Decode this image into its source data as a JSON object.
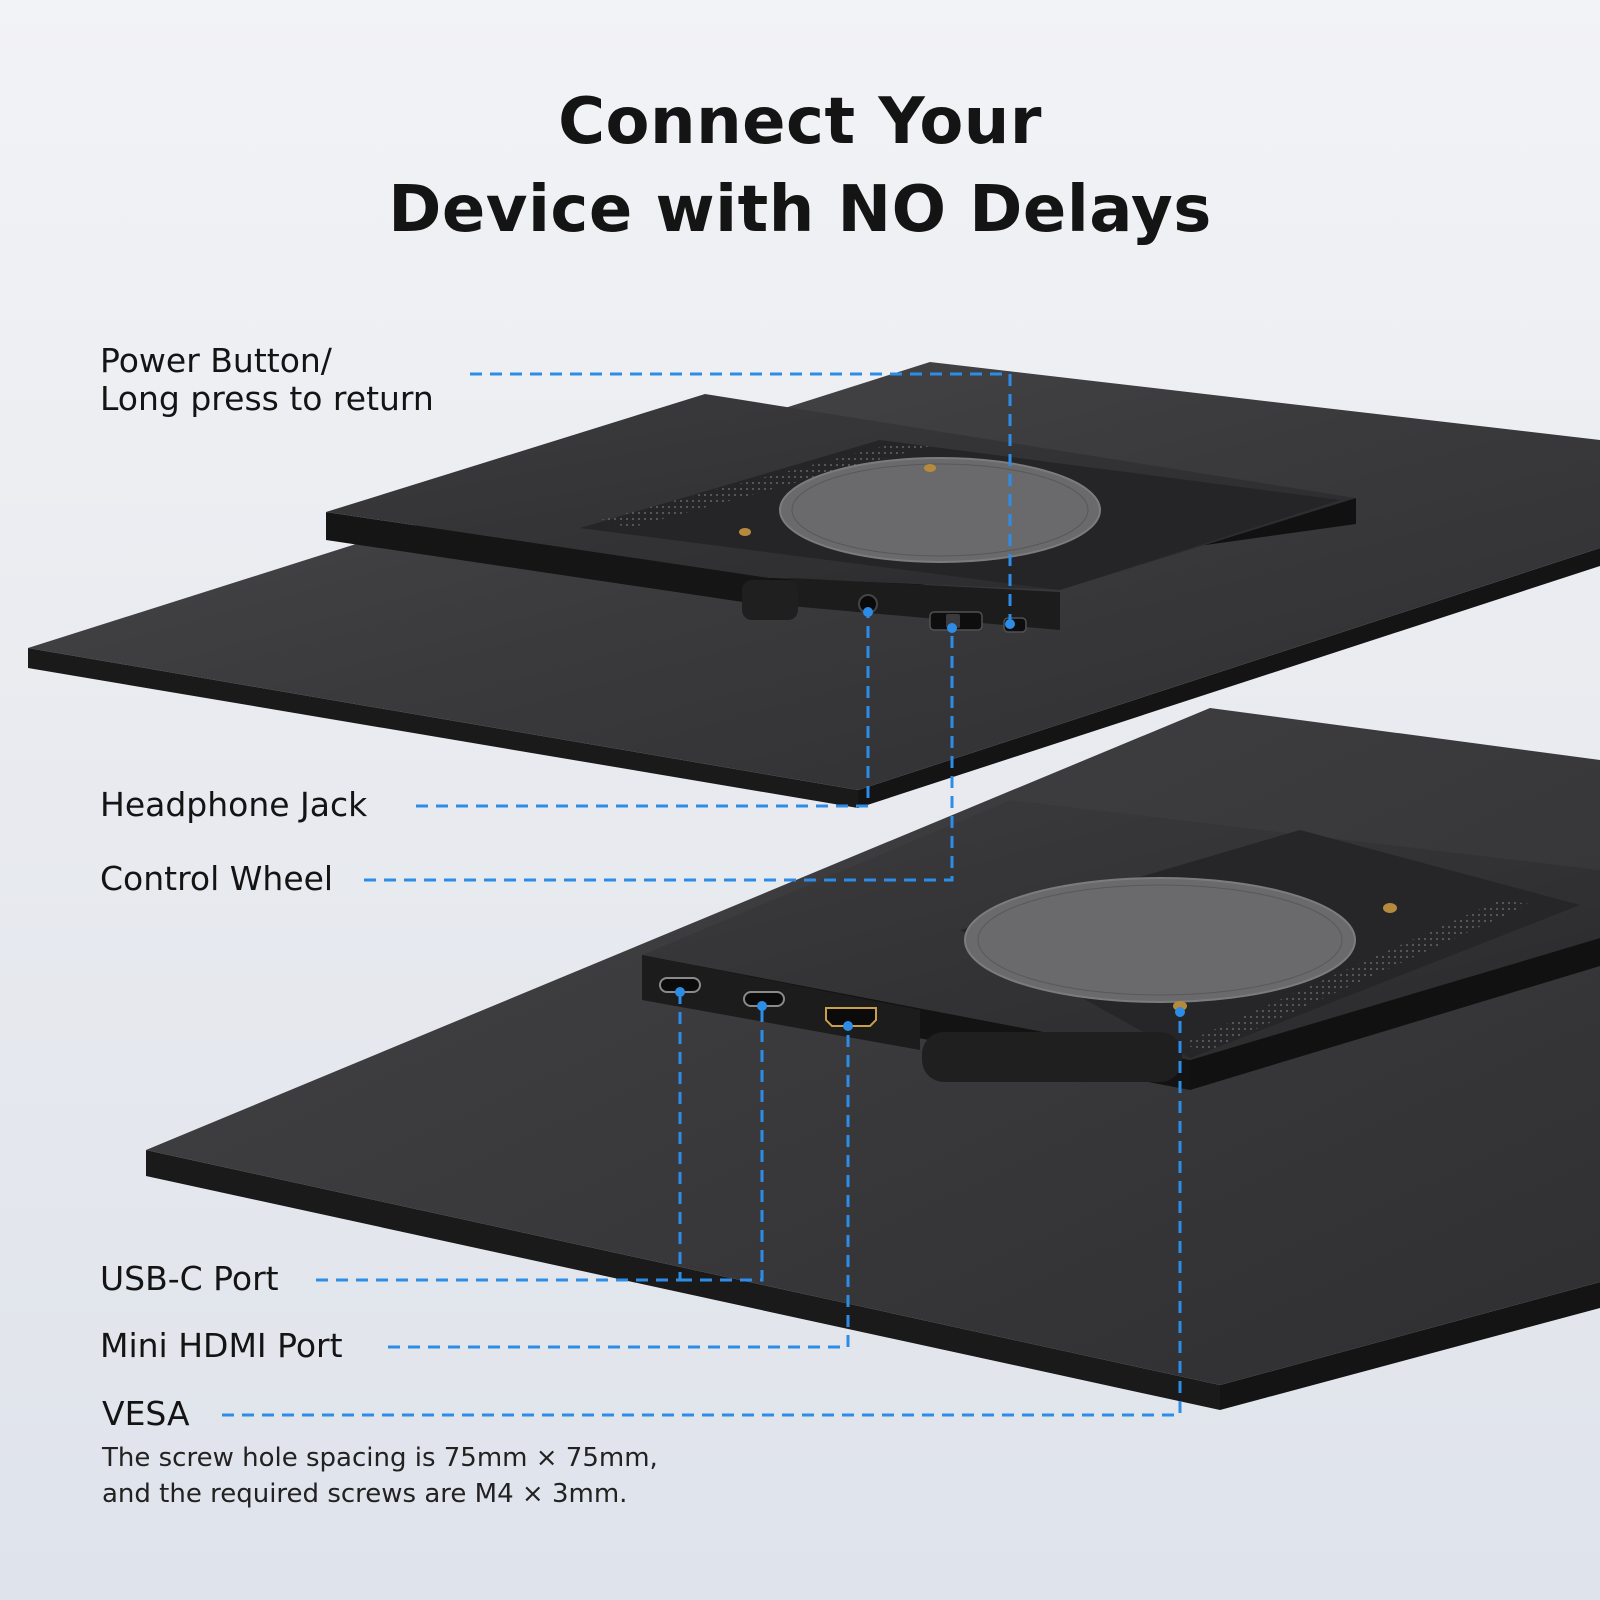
{
  "title": {
    "line1": "Connect Your",
    "line2": "Device with NO Delays"
  },
  "callouts": {
    "power_line1": "Power Button/",
    "power_line2": "Long press to return",
    "headphone": "Headphone Jack",
    "control_wheel": "Control Wheel",
    "usbc": "USB-C Port",
    "hdmi": "Mini HDMI Port",
    "vesa": "VESA",
    "vesa_note_line1": "The screw hole spacing is 75mm × 75mm,",
    "vesa_note_line2": "and the required screws are M4 × 3mm."
  },
  "colors": {
    "leader_line": "#2d8de6",
    "device_body": "#2b2b2c"
  }
}
